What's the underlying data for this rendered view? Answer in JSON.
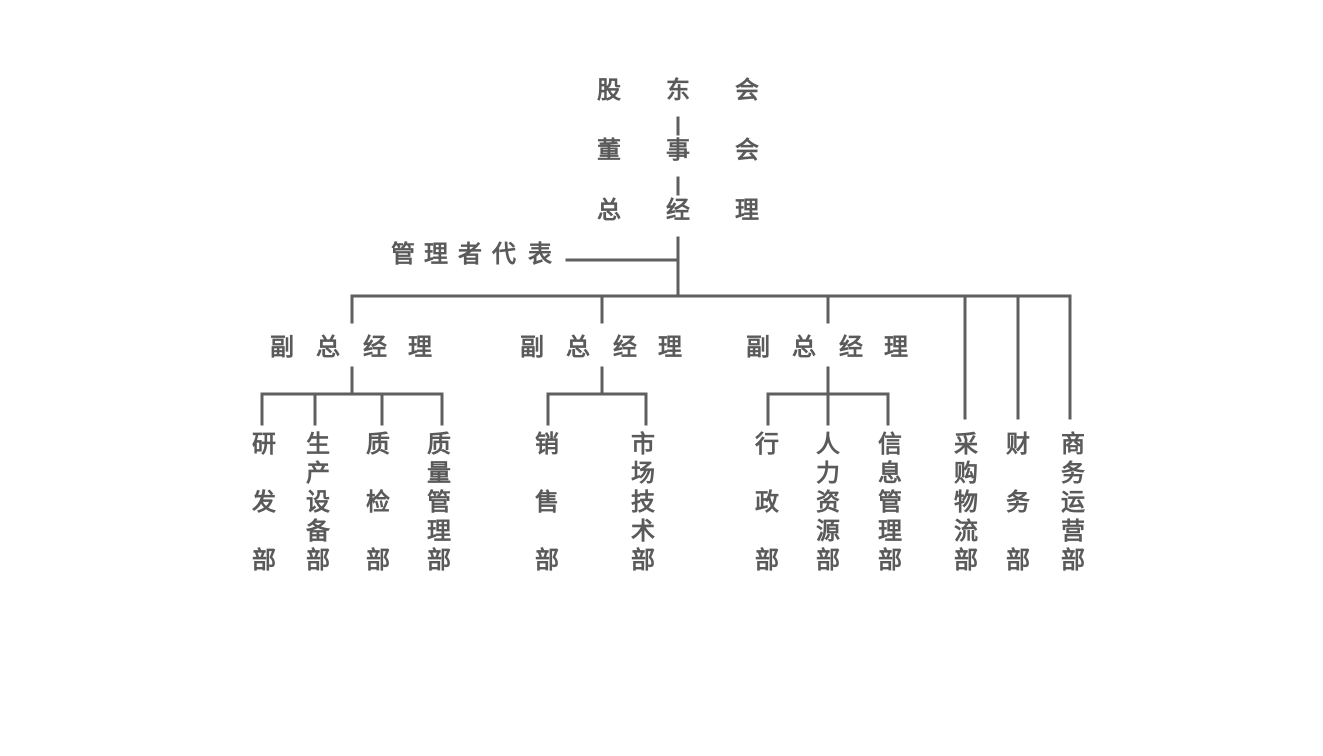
{
  "top": {
    "shareholders": [
      "股",
      "东",
      "会"
    ],
    "board": [
      "董",
      "事",
      "会"
    ],
    "general_manager": [
      "总",
      "经",
      "理"
    ],
    "management_representative": [
      "管",
      "理",
      "者",
      "代",
      "表"
    ]
  },
  "deputies": [
    {
      "chars": [
        "副",
        "总",
        "经",
        "理"
      ]
    },
    {
      "chars": [
        "副",
        "总",
        "经",
        "理"
      ]
    },
    {
      "chars": [
        "副",
        "总",
        "经",
        "理"
      ]
    }
  ],
  "departments": [
    {
      "chars": [
        "研",
        "发",
        "部"
      ],
      "spread": true
    },
    {
      "chars": [
        "生",
        "产",
        "设",
        "备",
        "部"
      ],
      "spread": false
    },
    {
      "chars": [
        "质",
        "检",
        "部"
      ],
      "spread": true
    },
    {
      "chars": [
        "质",
        "量",
        "管",
        "理",
        "部"
      ],
      "spread": false
    },
    {
      "chars": [
        "销",
        "售",
        "部"
      ],
      "spread": true
    },
    {
      "chars": [
        "市",
        "场",
        "技",
        "术",
        "部"
      ],
      "spread": false
    },
    {
      "chars": [
        "行",
        "政",
        "部"
      ],
      "spread": true
    },
    {
      "chars": [
        "人",
        "力",
        "资",
        "源",
        "部"
      ],
      "spread": false
    },
    {
      "chars": [
        "信",
        "息",
        "管",
        "理",
        "部"
      ],
      "spread": false
    },
    {
      "chars": [
        "采",
        "购",
        "物",
        "流",
        "部"
      ],
      "spread": false
    },
    {
      "chars": [
        "财",
        "务",
        "部"
      ],
      "spread": true
    },
    {
      "chars": [
        "商",
        "务",
        "运",
        "营",
        "部"
      ],
      "spread": false
    }
  ],
  "colors": {
    "line": "#5f5f5f",
    "text": "#5a5a5a"
  }
}
